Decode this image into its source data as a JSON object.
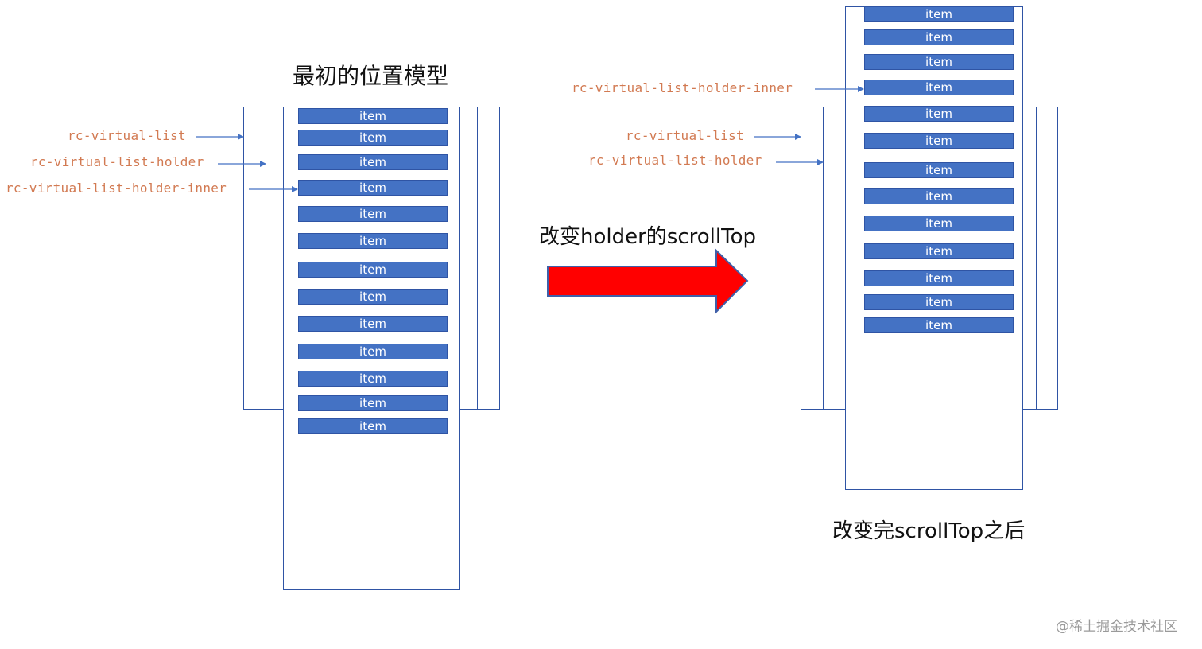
{
  "left_panel": {
    "title": "最初的位置模型",
    "labels": {
      "list": "rc-virtual-list",
      "holder": "rc-virtual-list-holder",
      "inner": "rc-virtual-list-holder-inner"
    },
    "items": [
      "item",
      "item",
      "item",
      "item",
      "item",
      "item",
      "item",
      "item",
      "item",
      "item",
      "item",
      "item",
      "item"
    ]
  },
  "transition": {
    "label": "改变holder的scrollTop"
  },
  "right_panel": {
    "caption": "改变完scrollTop之后",
    "labels": {
      "inner": "rc-virtual-list-holder-inner",
      "list": "rc-virtual-list",
      "holder": "rc-virtual-list-holder"
    },
    "items": [
      "item",
      "item",
      "item",
      "item",
      "item",
      "item",
      "item",
      "item",
      "item",
      "item",
      "item",
      "item",
      "item"
    ]
  },
  "watermark": "@稀土掘金技术社区",
  "colors": {
    "item_fill": "#4472c4",
    "outline": "#2f54a4",
    "label_text": "#d27a52",
    "arrow": "#ff0000"
  }
}
